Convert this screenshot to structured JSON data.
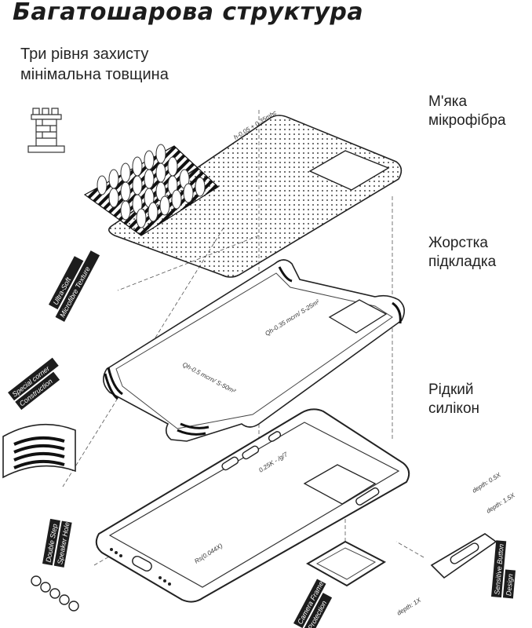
{
  "header": {
    "title": "Багатошарова структура",
    "subtitle_line1": "Три рівня захисту",
    "subtitle_line2": "мінімальна товщина"
  },
  "layers": [
    {
      "line1": "М'яка",
      "line2": "мікрофібра"
    },
    {
      "line1": "Жорстка",
      "line2": "підкладка"
    },
    {
      "line1": "Рідкий",
      "line2": "силікон"
    }
  ],
  "callouts": {
    "microfibre_1": "Ultra-Soft",
    "microfibre_2": "Microfibre Texture",
    "corner_1": "Special corner",
    "corner_2": "Construction",
    "speaker_1": "Double Step",
    "speaker_2": "Speaker Hole",
    "camera_1": "Camera Frame",
    "camera_2": "Protection",
    "button_1": "Sensitive Button",
    "button_2": "Design"
  },
  "dimensions": {
    "microfibre": "h-0.05 + 0.35mhc",
    "shell_inner": "Qh-0.35 mcrn/ S-25m²",
    "shell_outer": "Qh-0.5 mcrn/ S-50m²",
    "frame_gap": "0.25K - /g/7",
    "frame_base": "Rs(0.044X)",
    "button_depth1": "depth: 0.5X",
    "button_depth2": "depth: 1.5X",
    "button_depth3": "depth: 1X"
  }
}
